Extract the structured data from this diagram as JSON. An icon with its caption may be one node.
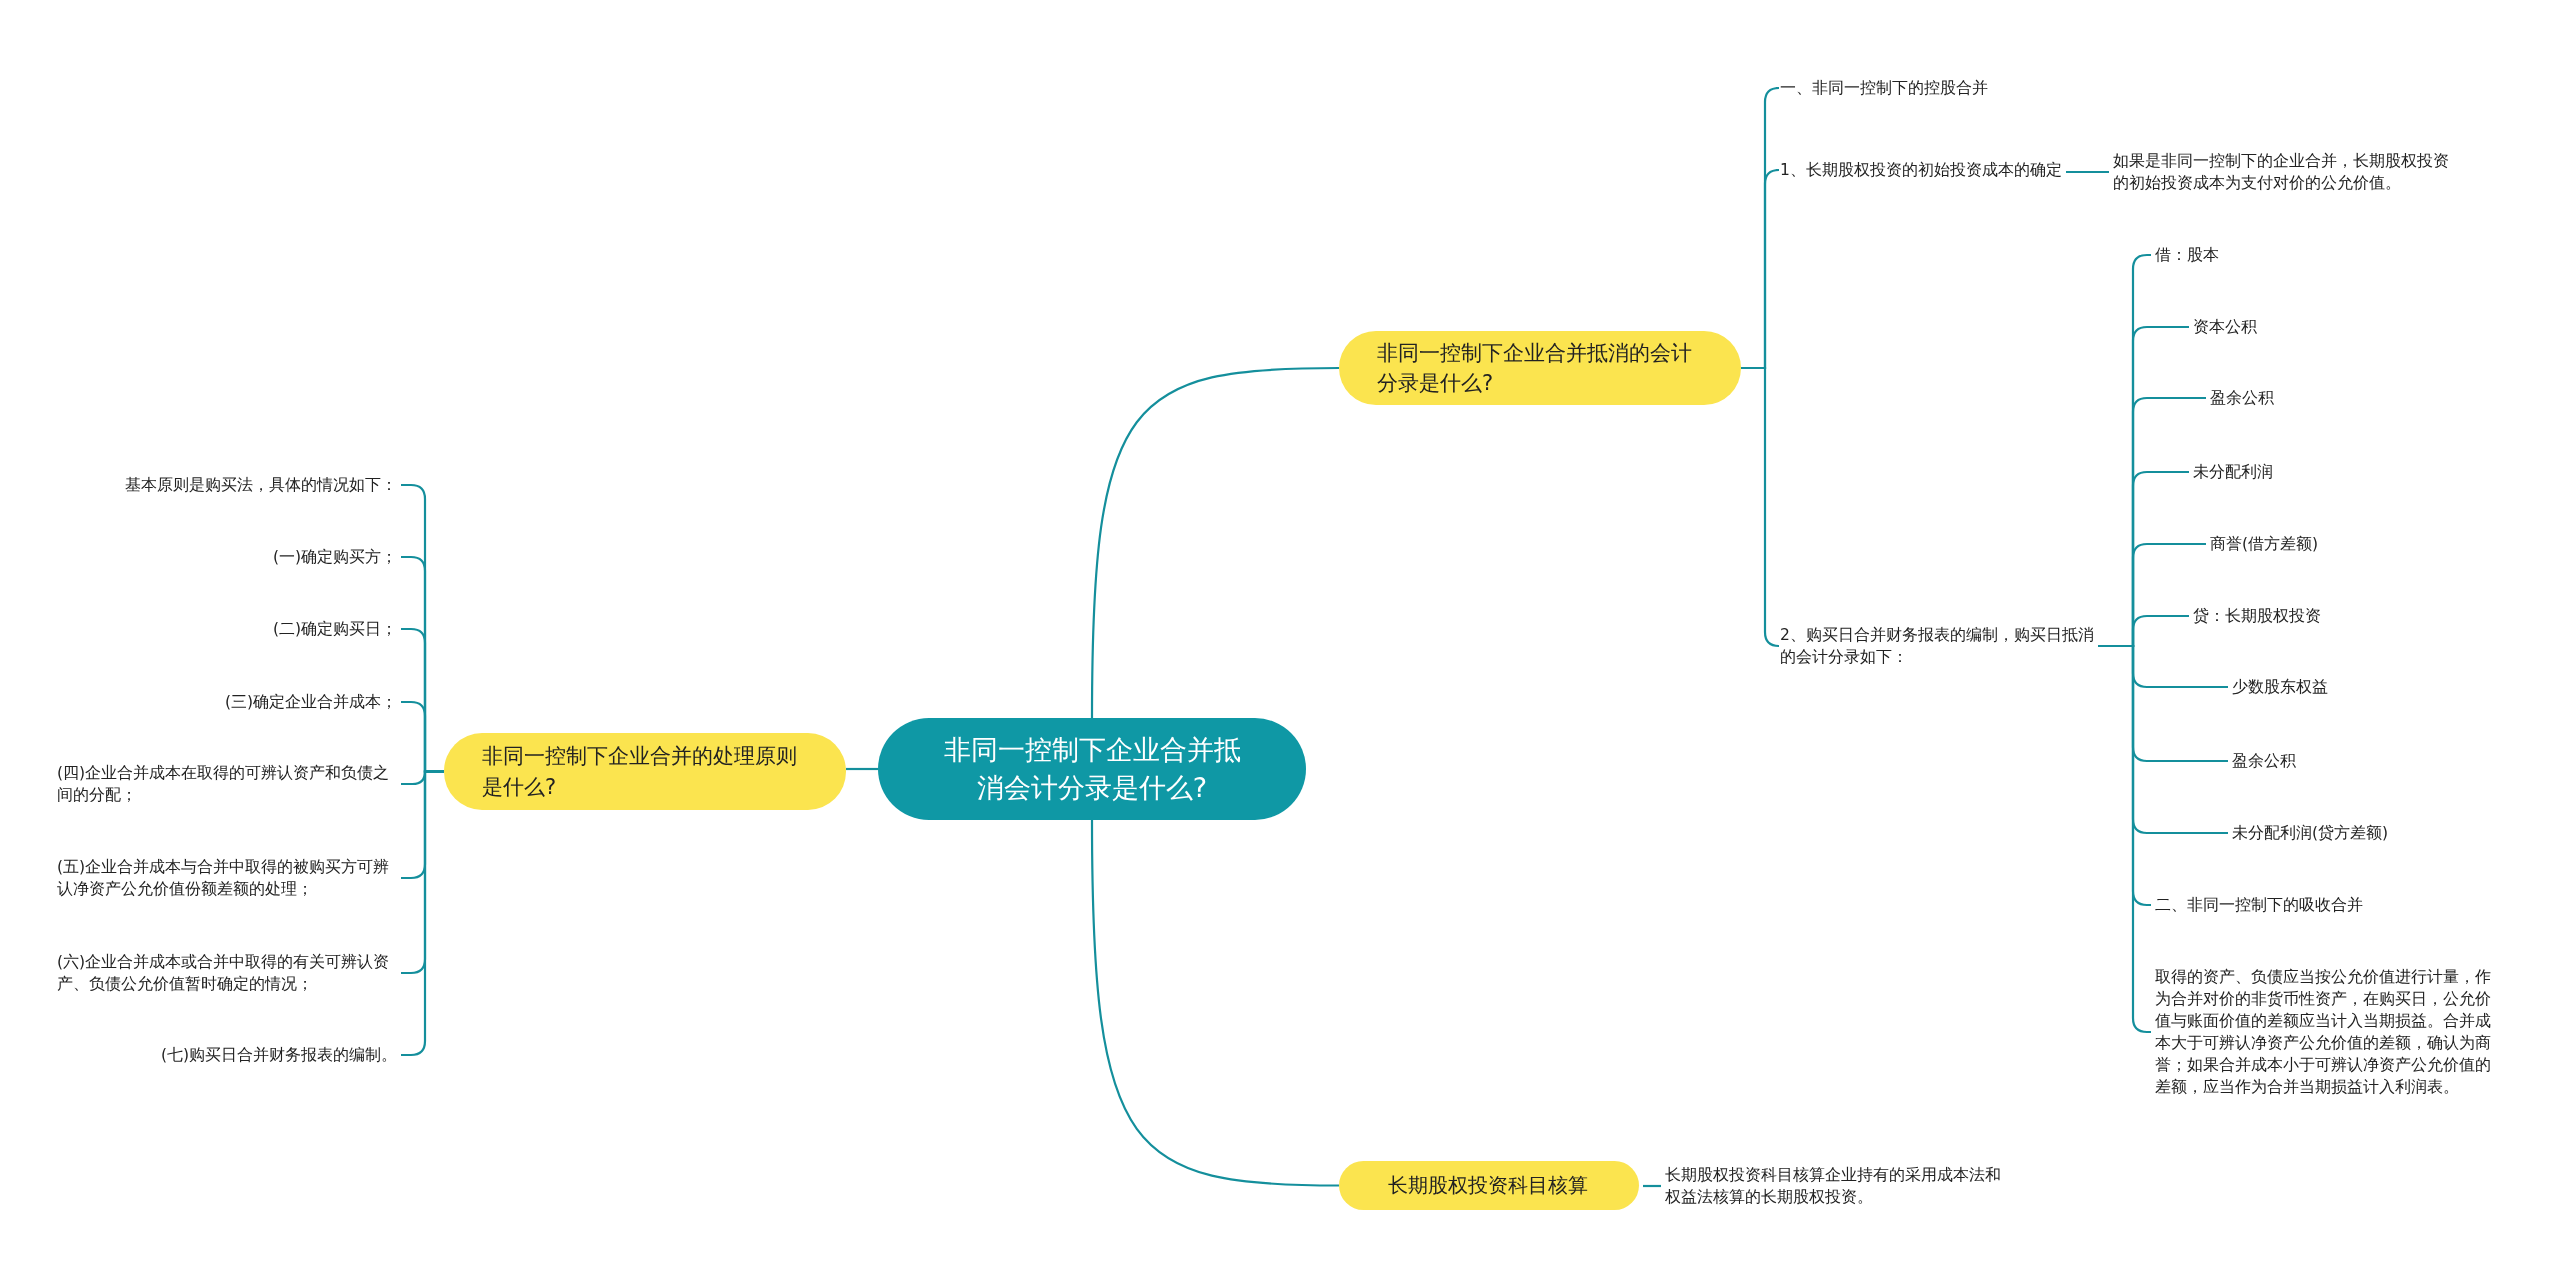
{
  "diagram": {
    "nodes": [
      {
        "text": [
          "非同一控制下企业合并抵消会计分录是什么?"
        ]
      },
      {
        "text": [
          "非同一控制下企业合并抵消的会计分录是什么?"
        ]
      },
      {
        "text": [
          "一、非同一控制下的控股合并"
        ]
      },
      {
        "text": [
          "1、长期股权投资的初始投资成本的确定"
        ]
      },
      {
        "text": [
          "如果是非同一控制下的企业合并，长期股权投资的初始投资成本为支付对价的公允价值。"
        ]
      },
      {
        "text": [
          "2、购买日合并财务报表的编制，购买日抵消的会计分录如下："
        ]
      },
      {
        "text": [
          "借：股本"
        ]
      },
      {
        "text": [
          "资本公积"
        ]
      },
      {
        "text": [
          "盈余公积"
        ]
      },
      {
        "text": [
          "未分配利润"
        ]
      },
      {
        "text": [
          "商誉(借方差额)"
        ]
      },
      {
        "text": [
          "贷：长期股权投资"
        ]
      },
      {
        "text": [
          "少数股东权益"
        ]
      },
      {
        "text": [
          "盈余公积"
        ]
      },
      {
        "text": [
          "未分配利润(贷方差额)"
        ]
      },
      {
        "text": [
          "二、非同一控制下的吸收合并"
        ]
      },
      {
        "text": [
          "取得的资产、负债应当按公允价值进行计量，作为合并对价的非货币性资产，在购买日，公允价值与账面价值的差额应当计入当期损益。合并成本大于可辨认净资产公允价值的差额，确认为商誉；如果合并成本小于可辨认净资产公允价值的差额，应当作为合并当期损益计入利润表。"
        ]
      },
      {
        "text": [
          "非同一控制下企业合并的处理原则是什么?"
        ]
      },
      {
        "text": [
          "基本原则是购买法，具体的情况如下："
        ]
      },
      {
        "text": [
          "(一)确定购买方；"
        ]
      },
      {
        "text": [
          "(二)确定购买日；"
        ]
      },
      {
        "text": [
          "(三)确定企业合并成本；"
        ]
      },
      {
        "text": [
          "(四)企业合并成本在取得的可辨认资产和负债之间的分配；"
        ]
      },
      {
        "text": [
          "(五)企业合并成本与合并中取得的被购买方可辨认净资产公允价值份额差额的处理；"
        ]
      },
      {
        "text": [
          "(六)企业合并成本或合并中取得的有关可辨认资产、负债公允价值暂时确定的情况；"
        ]
      },
      {
        "text": [
          "(七)购买日合并财务报表的编制。"
        ]
      },
      {
        "text": [
          "长期股权投资科目核算"
        ]
      },
      {
        "text": [
          "长期股权投资科目核算企业持有的采用成本法和权益法核算的长期股权投资。"
        ]
      }
    ],
    "edges": [
      {
        "from": 0,
        "to": 1,
        "arrow": "none"
      },
      {
        "from": 1,
        "to": 2,
        "arrow": "none"
      },
      {
        "from": 1,
        "to": 3,
        "arrow": "none"
      },
      {
        "from": 3,
        "to": 4,
        "arrow": "none"
      },
      {
        "from": 1,
        "to": 5,
        "arrow": "none"
      },
      {
        "from": 5,
        "to": 6,
        "arrow": "none"
      },
      {
        "from": 5,
        "to": 7,
        "arrow": "none"
      },
      {
        "from": 5,
        "to": 8,
        "arrow": "none"
      },
      {
        "from": 5,
        "to": 9,
        "arrow": "none"
      },
      {
        "from": 5,
        "to": 10,
        "arrow": "none"
      },
      {
        "from": 5,
        "to": 11,
        "arrow": "none"
      },
      {
        "from": 5,
        "to": 12,
        "arrow": "none"
      },
      {
        "from": 5,
        "to": 13,
        "arrow": "none"
      },
      {
        "from": 5,
        "to": 14,
        "arrow": "none"
      },
      {
        "from": 5,
        "to": 15,
        "arrow": "none"
      },
      {
        "from": 5,
        "to": 16,
        "arrow": "none"
      },
      {
        "from": 0,
        "to": 17,
        "arrow": "none"
      },
      {
        "from": 17,
        "to": 18,
        "arrow": "none"
      },
      {
        "from": 17,
        "to": 19,
        "arrow": "none"
      },
      {
        "from": 17,
        "to": 20,
        "arrow": "none"
      },
      {
        "from": 17,
        "to": 21,
        "arrow": "none"
      },
      {
        "from": 17,
        "to": 22,
        "arrow": "none"
      },
      {
        "from": 17,
        "to": 23,
        "arrow": "none"
      },
      {
        "from": 17,
        "to": 24,
        "arrow": "none"
      },
      {
        "from": 17,
        "to": 25,
        "arrow": "none"
      },
      {
        "from": 0,
        "to": 26,
        "arrow": "none"
      },
      {
        "from": 26,
        "to": 27,
        "arrow": "none"
      }
    ]
  }
}
